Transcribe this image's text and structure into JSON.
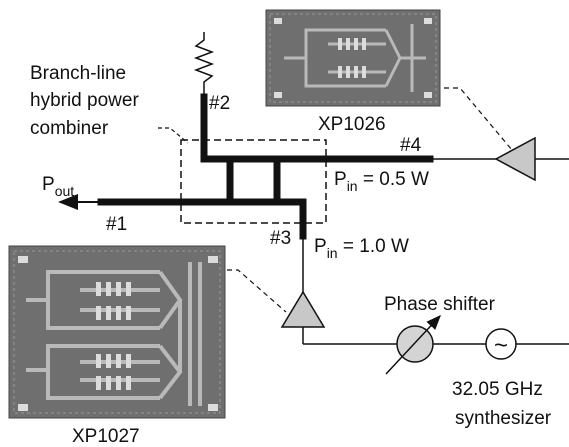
{
  "labels": {
    "combiner_line1": "Branch-line",
    "combiner_line2": "hybrid power",
    "combiner_line3": "combiner",
    "port1": "#1",
    "port2": "#2",
    "port3": "#3",
    "port4": "#4",
    "pout_main": "P",
    "pout_sub": "out",
    "pin_top_main": "P",
    "pin_top_sub": "in",
    "pin_top_value": " = 0.5 W",
    "pin_bottom_main": "P",
    "pin_bottom_sub": "in",
    "pin_bottom_value": " = 1.0 W",
    "chip_top_name": "XP1026",
    "chip_bottom_name": "XP1027",
    "phase_shifter": "Phase shifter",
    "synth_line1": "32.05 GHz",
    "synth_line2": "synthesizer",
    "synth_symbol": "~"
  },
  "colors": {
    "line": "#111111",
    "chip_bg": "#6f6f6f",
    "chip_trace": "#b9b9b9",
    "chip_pad": "#dcdcdc",
    "amp_fill": "#c8c8c8"
  }
}
